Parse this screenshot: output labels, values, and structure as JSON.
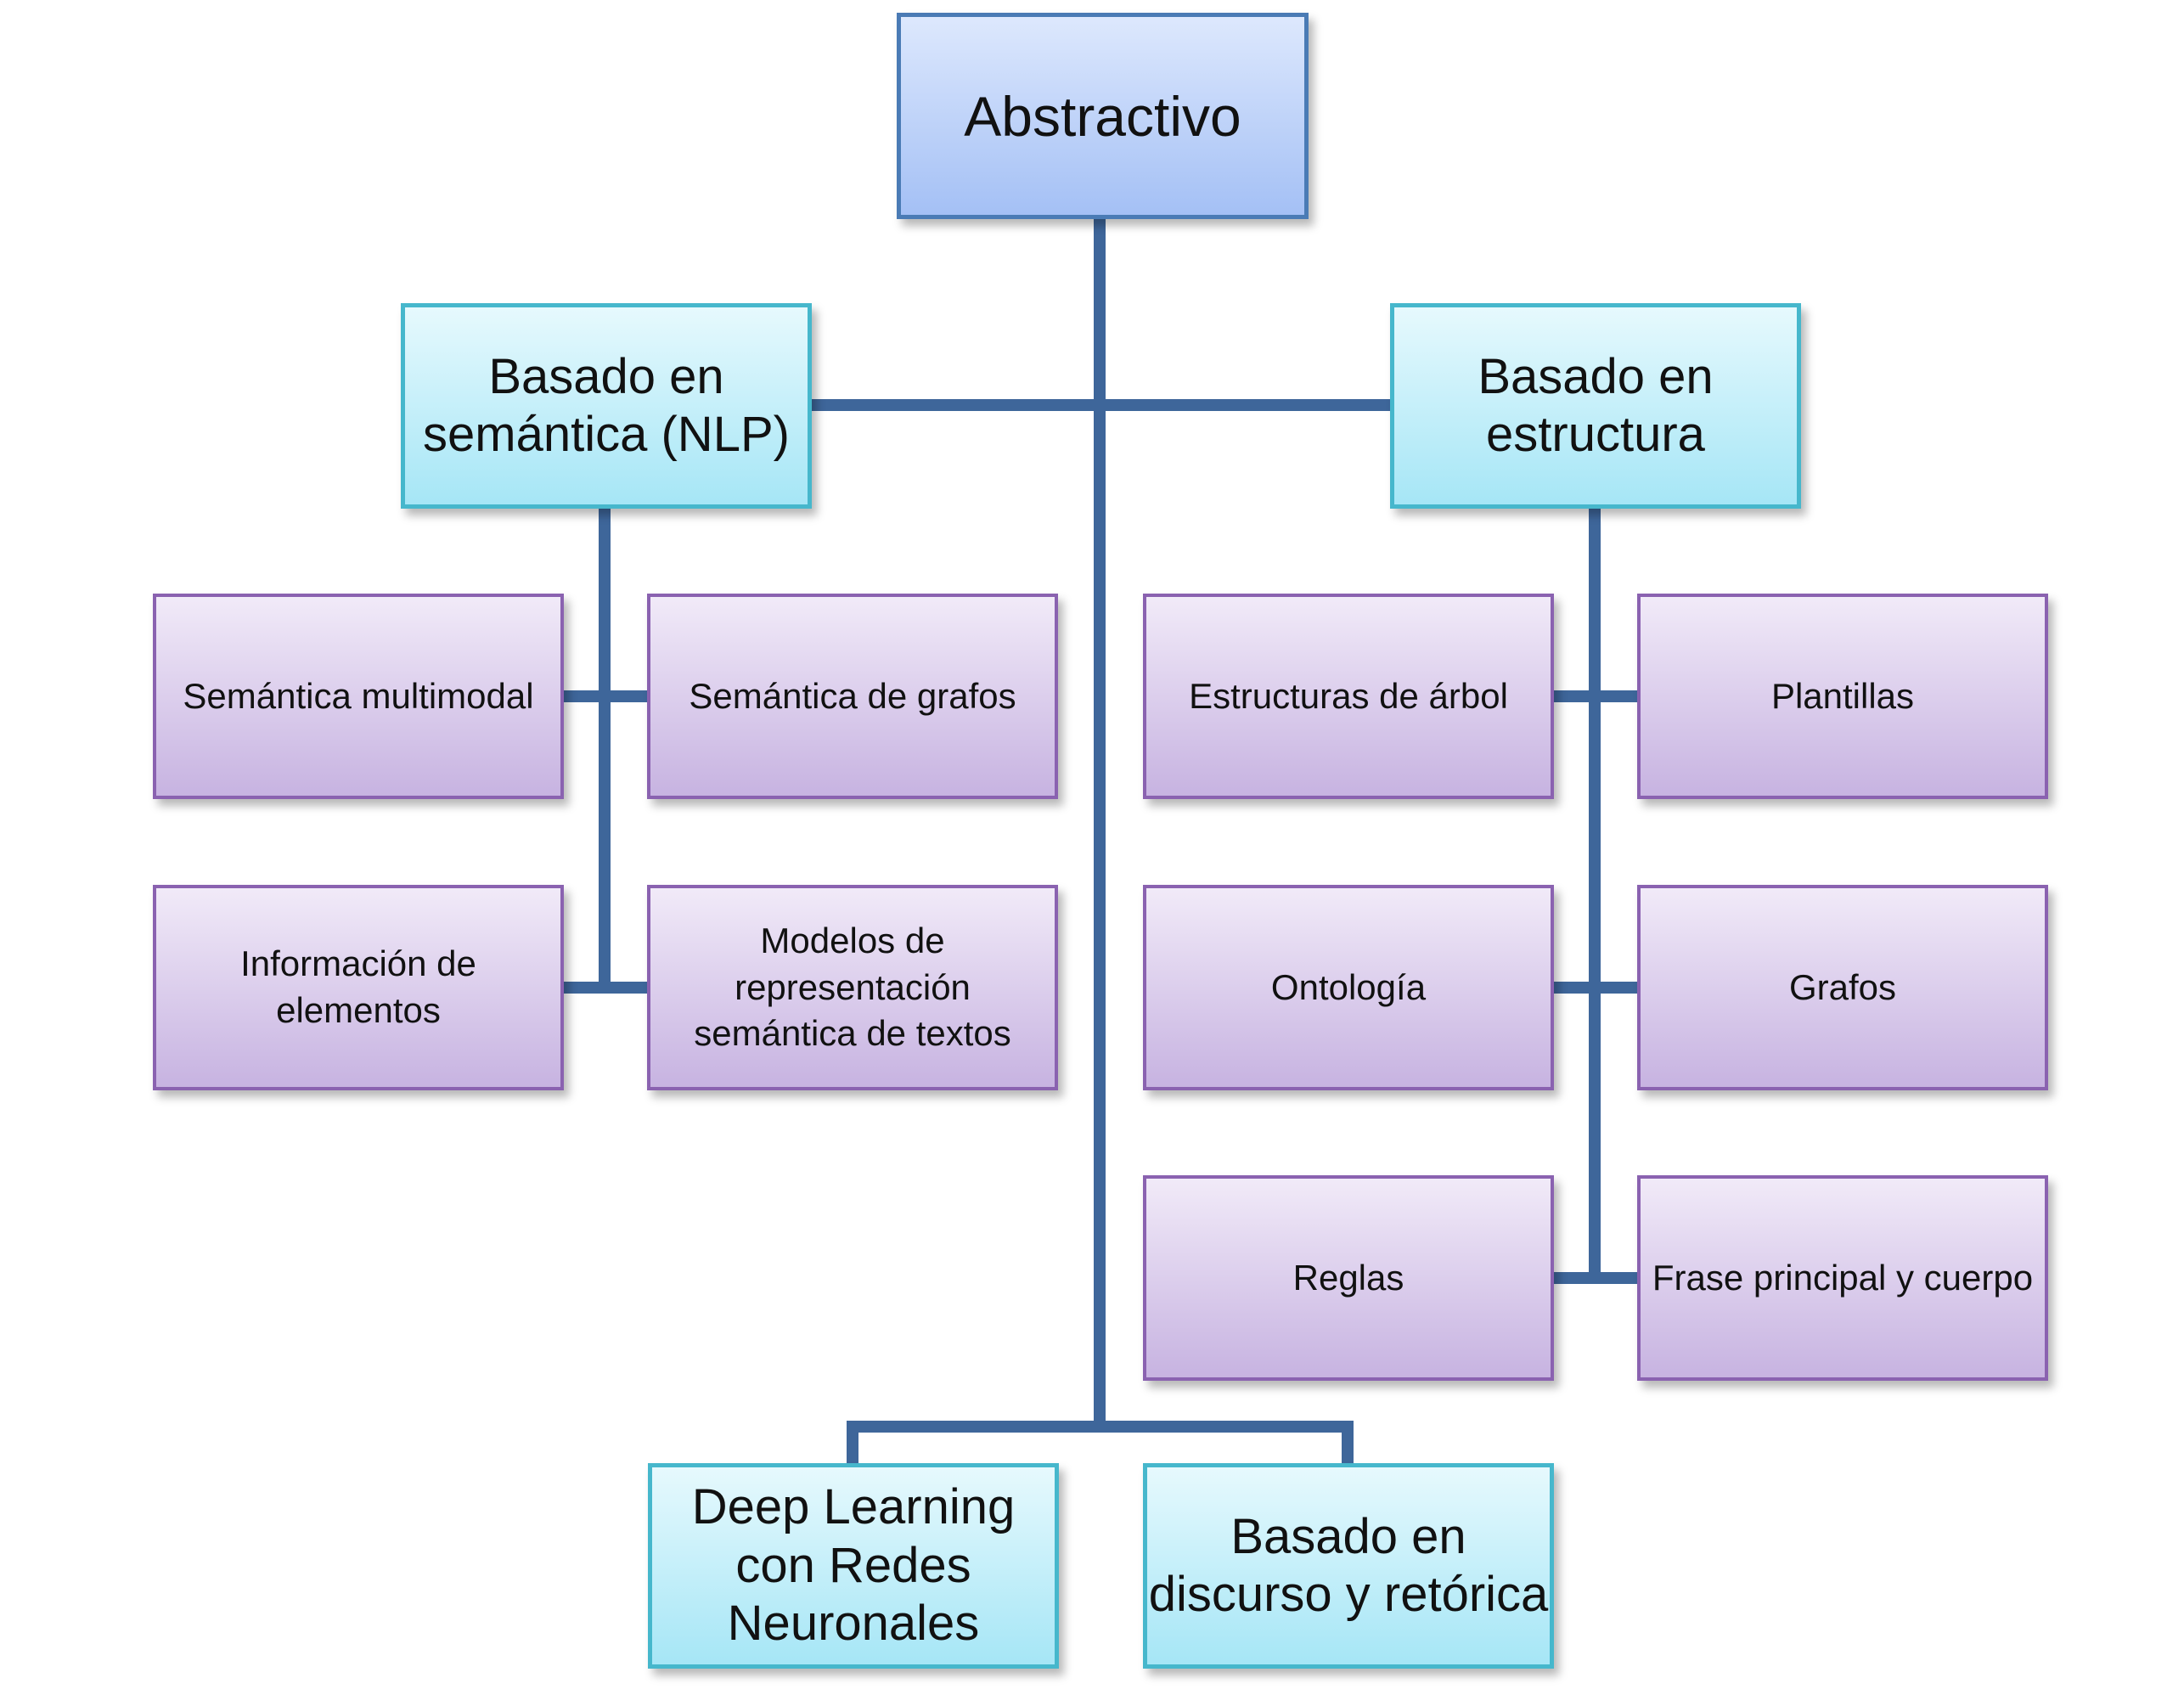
{
  "diagram": {
    "root": {
      "label": "Abstractivo"
    },
    "categories": {
      "semantica": {
        "label": "Basado en\nsemántica (NLP)"
      },
      "estructura": {
        "label": "Basado en\nestructura"
      },
      "deep_learning": {
        "label": "Deep Learning\ncon Redes\nNeuronales"
      },
      "discurso": {
        "label": "Basado en\ndiscurso y retórica"
      }
    },
    "semantica_items": [
      {
        "label": "Semántica multimodal"
      },
      {
        "label": "Semántica de grafos"
      },
      {
        "label": "Información de\nelementos"
      },
      {
        "label": "Modelos de\nrepresentación\nsemántica de textos"
      }
    ],
    "estructura_items": [
      {
        "label": "Estructuras de árbol"
      },
      {
        "label": "Plantillas"
      },
      {
        "label": "Ontología"
      },
      {
        "label": "Grafos"
      },
      {
        "label": "Reglas"
      },
      {
        "label": "Frase principal y cuerpo"
      }
    ],
    "colors": {
      "connector": "#3e669a",
      "root_fill": "#a4c0f5",
      "category_fill": "#a6e6f6",
      "item_fill": "#c7b3e1"
    }
  }
}
